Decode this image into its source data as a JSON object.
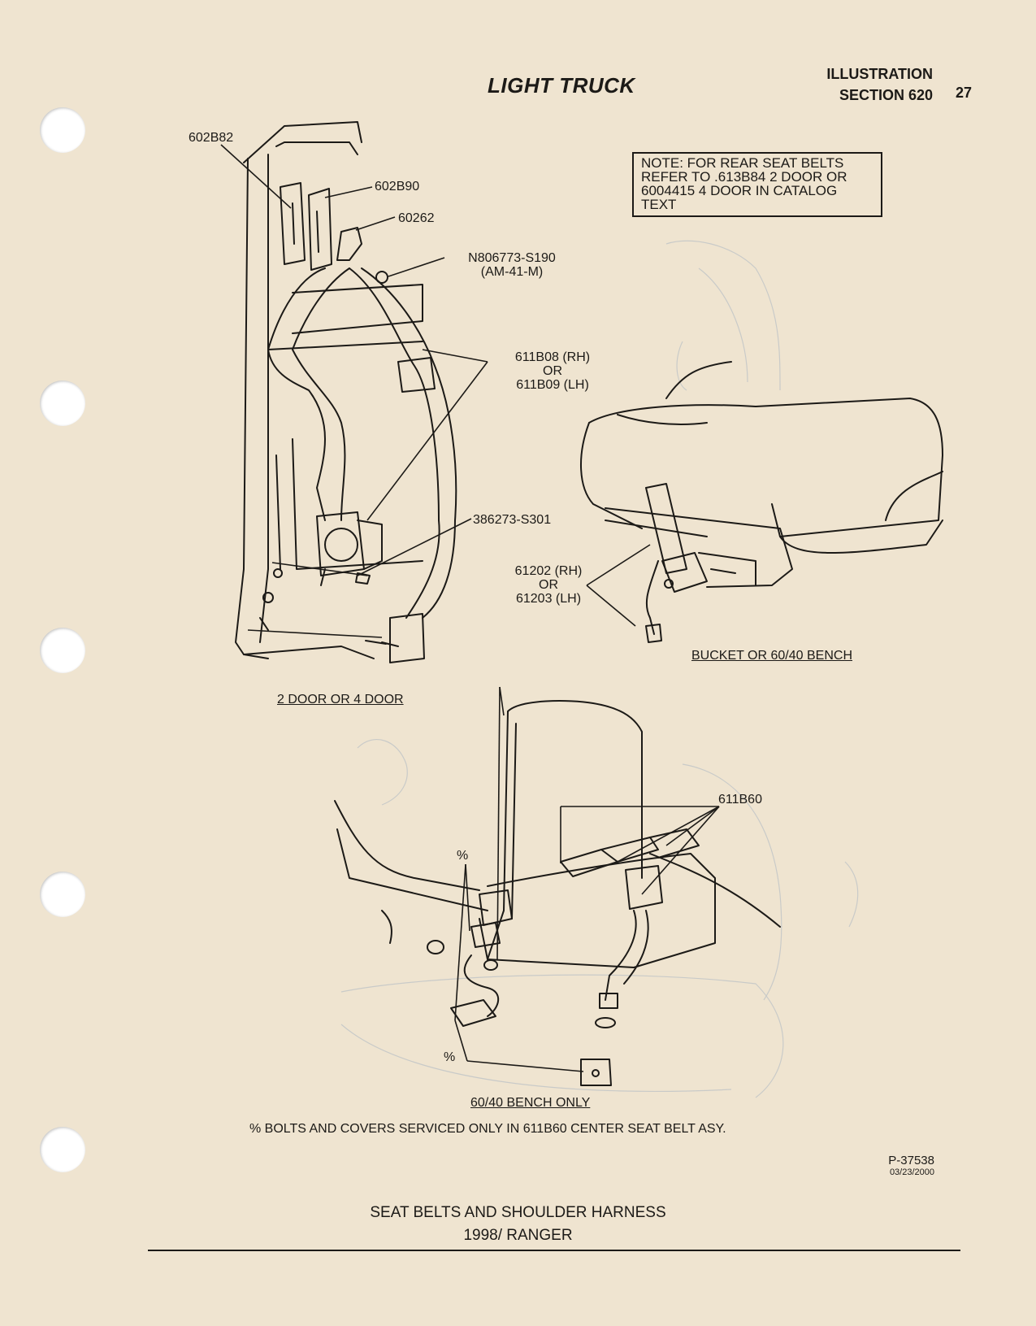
{
  "header": {
    "title": "LIGHT TRUCK",
    "illustration": "ILLUSTRATION",
    "section": "SECTION 620",
    "page": "27"
  },
  "note": {
    "lines": [
      "NOTE: FOR REAR SEAT BELTS",
      "REFER TO .613B84 2 DOOR OR",
      "6004415 4 DOOR IN CATALOG",
      "TEXT"
    ]
  },
  "parts": {
    "p602B82": "602B82",
    "p602B90": "602B90",
    "p60262": "60262",
    "bolt_line1": "N806773-S190",
    "bolt_line2": "(AM-41-M)",
    "belt_rh": "611B08 (RH)",
    "belt_or": "OR",
    "belt_lh": "611B09 (LH)",
    "screw": "386273-S301",
    "buckle_rh": "61202 (RH)",
    "buckle_or": "OR",
    "buckle_lh": "61203 (LH)",
    "center_belt": "611B60",
    "pct_a": "%",
    "pct_b": "%"
  },
  "captions": {
    "door": "2 DOOR OR 4 DOOR",
    "bucket": "BUCKET OR 60/40 BENCH",
    "bench": "60/40 BENCH ONLY"
  },
  "footnote": "% BOLTS AND COVERS SERVICED ONLY IN 611B60 CENTER SEAT BELT ASY.",
  "illustration_number": "P-37538",
  "illustration_date": "03/23/2000",
  "footer": {
    "line1": "SEAT BELTS AND SHOULDER HARNESS",
    "line2": "1998/ RANGER"
  }
}
